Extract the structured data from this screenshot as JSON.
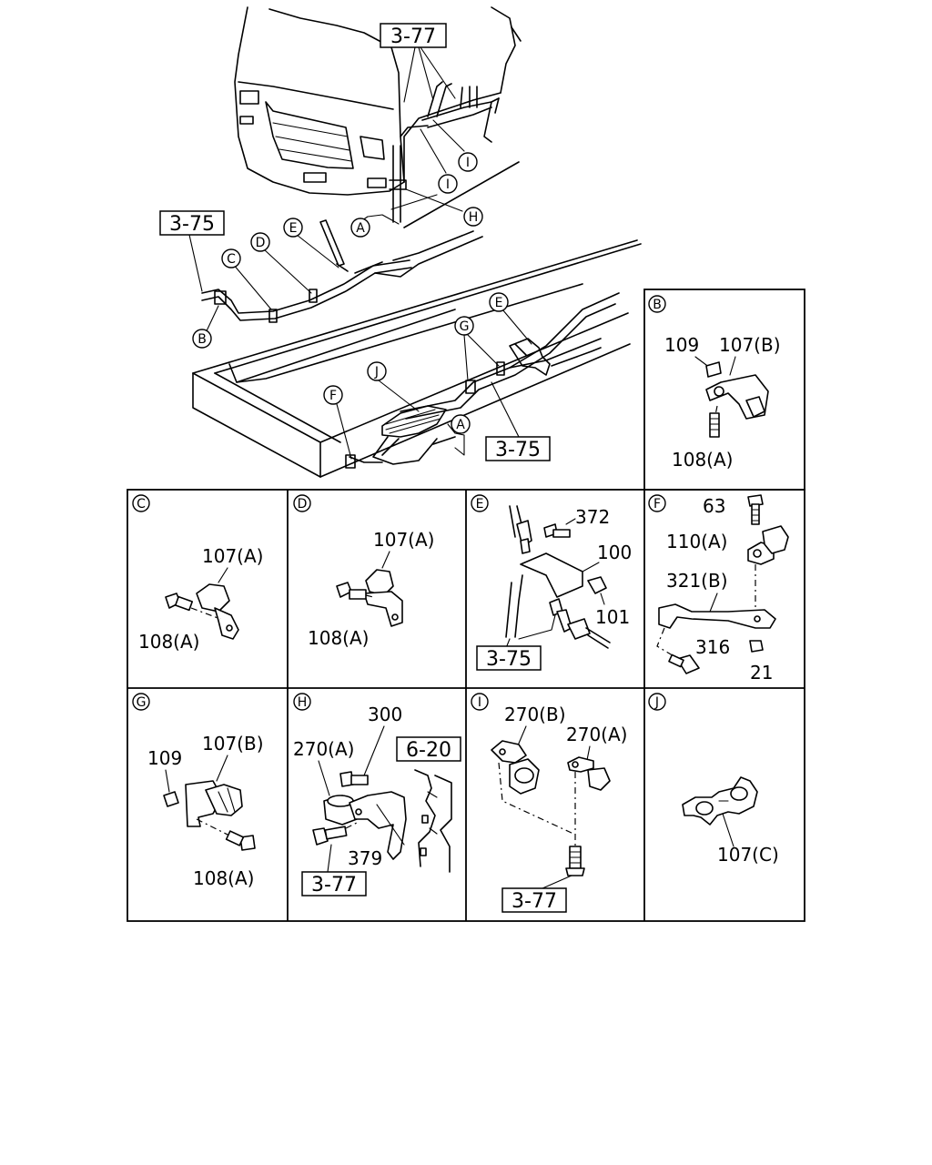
{
  "refs": {
    "r377_top": "3-77",
    "r375_left": "3-75",
    "r375_frame": "3-75",
    "r375_e": "3-75",
    "r620_h": "6-20",
    "r377_h": "3-77",
    "r377_i": "3-77"
  },
  "callouts": {
    "a1": "A",
    "a2": "A",
    "b": "B",
    "c": "C",
    "d": "D",
    "e1": "E",
    "e2": "E",
    "f": "F",
    "g": "G",
    "h": "H",
    "i1": "I",
    "i2": "I",
    "j": "J"
  },
  "panels": {
    "B": {
      "letter": "B",
      "labels": [
        "109",
        "107(B)",
        "108(A)"
      ]
    },
    "C": {
      "letter": "C",
      "labels": [
        "107(A)",
        "108(A)"
      ]
    },
    "D": {
      "letter": "D",
      "labels": [
        "107(A)",
        "108(A)"
      ]
    },
    "E": {
      "letter": "E",
      "labels": [
        "372",
        "100",
        "101"
      ]
    },
    "F": {
      "letter": "F",
      "labels": [
        "63",
        "110(A)",
        "321(B)",
        "316",
        "21"
      ]
    },
    "G": {
      "letter": "G",
      "labels": [
        "109",
        "107(B)",
        "108(A)"
      ]
    },
    "H": {
      "letter": "H",
      "labels": [
        "300",
        "270(A)",
        "379"
      ]
    },
    "I": {
      "letter": "I",
      "labels": [
        "270(B)",
        "270(A)"
      ]
    },
    "J": {
      "letter": "J",
      "labels": [
        "107(C)"
      ]
    }
  }
}
